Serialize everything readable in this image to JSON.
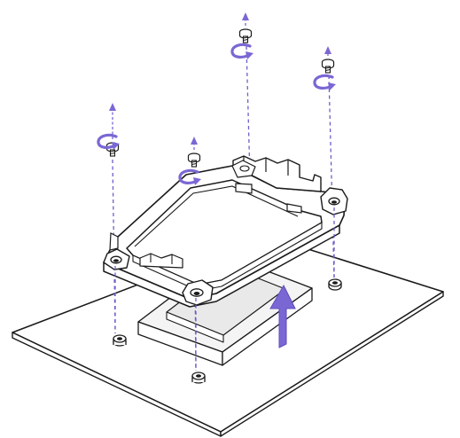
{
  "colors": {
    "line": "#1a1a1a",
    "board_fill": "#ffffff",
    "bracket_fill": "#ffffff",
    "socket_fill": "#f3f3f3",
    "socket_inner_fill": "#e6e6e6",
    "arrow_accent": "#7b67d4",
    "guide_line": "#6e5fc9"
  },
  "icons": {
    "screw": "screw-icon",
    "rotate": "counterclockwise-rotate-icon",
    "lift": "up-arrow-icon",
    "standoff": "standoff-icon"
  },
  "illustration": {
    "screws_count": 4,
    "standoffs_count": 4,
    "action": "unscrew-and-lift-retention-bracket"
  }
}
